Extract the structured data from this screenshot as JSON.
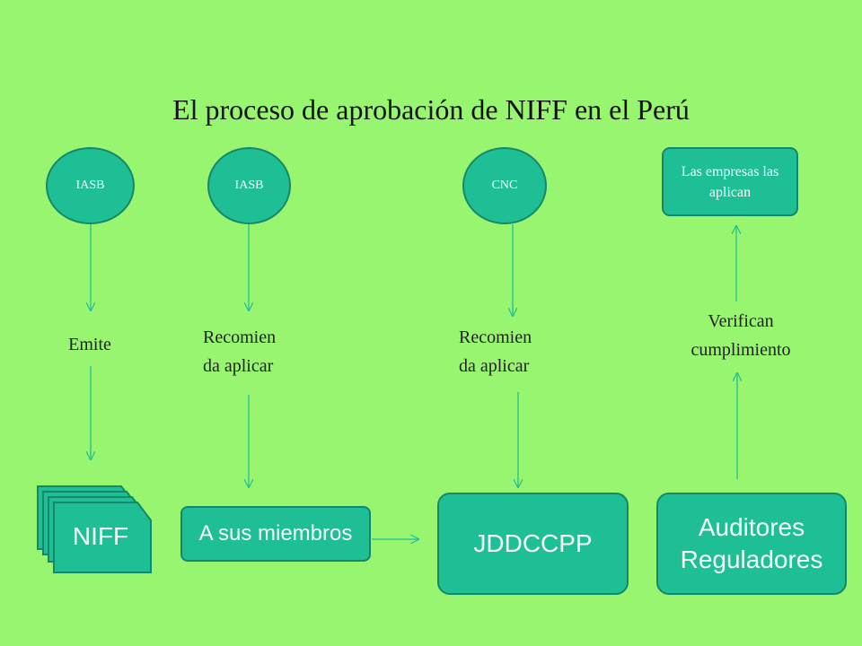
{
  "title": "El proceso de aprobación de NIFF en el Perú",
  "nodes": {
    "iasb_1": "IASB",
    "iasb_2": "IASB",
    "cnc": "CNC",
    "empresas": "Las empresas las aplican",
    "niff": "NIFF",
    "miembros": "A sus miembros",
    "jddccpp": "JDDCCPP",
    "auditores_line1": "Auditores",
    "auditores_line2": "Reguladores"
  },
  "labels": {
    "emite": "Emite",
    "recomienda_1_line1": "Recomien",
    "recomienda_1_line2": "da aplicar",
    "recomienda_2_line1": "Recomien",
    "recomienda_2_line2": "da aplicar",
    "verifican_line1": "Verifican",
    "verifican_line2": "cumplimiento"
  },
  "colors": {
    "background": "#97f56f",
    "node_fill": "#1fbf96",
    "node_border": "#17876a",
    "arrow": "#1fbf96"
  }
}
